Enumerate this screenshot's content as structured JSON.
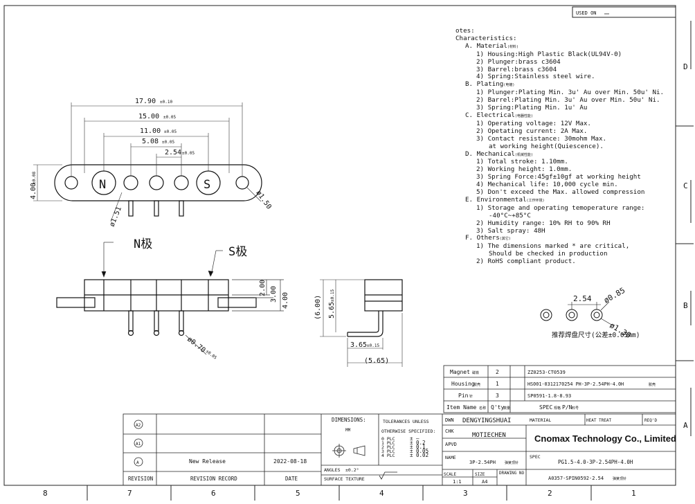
{
  "used_on": "USED ON",
  "notes": {
    "heading": "otes:",
    "subheading": "Characteristics:",
    "sections": [
      {
        "title": "A. Material",
        "tag": "(材料)",
        "items": [
          {
            "text": "1) Housing:High Plastic Black(UL94V-0)"
          },
          {
            "text": "2) Plunger:brass c3604"
          },
          {
            "text": "3) Barrel:brass c3604"
          },
          {
            "text": "4) Spring:Stainless steel wire."
          }
        ]
      },
      {
        "title": "B. Plating",
        "tag": "(电镀)",
        "items": [
          {
            "text": "1) Plunger:Plating Min. 3u' Au over Min. 50u' Ni."
          },
          {
            "text": "2) Barrel:Plating Min. 3u' Au over Min. 50u' Ni."
          },
          {
            "text": "3) Spring:Plating Min. 1u' Au"
          }
        ]
      },
      {
        "title": "C. Electrical",
        "tag": "(电器性能)",
        "items": [
          {
            "text": "1) Operating voltage: 12V Max."
          },
          {
            "text": "2) Opetating current: 2A Max."
          },
          {
            "text": "3) Contact resistance: 30mohm Max.",
            "cont": "at working height(Quiescence)."
          }
        ]
      },
      {
        "title": "D. Mechanical",
        "tag": "(机械性能)",
        "items": [
          {
            "text": "1) Total stroke: 1.10mm."
          },
          {
            "text": "2) Working height: 1.0mm."
          },
          {
            "text": "3) Spring Force:45gf±10gf at working height"
          },
          {
            "text": "4) Mechanical life: 10,000 cycle min."
          },
          {
            "text": "5) Don't exceed the Max. allowed compression"
          }
        ]
      },
      {
        "title": "E. Environmental",
        "tag": "(工作环境)",
        "items": [
          {
            "text": "1) Storage and operating temoperature range:",
            "cont": "-40°C~+85°C"
          },
          {
            "text": "2) Humidity range: 10% RH to 90% RH"
          },
          {
            "text": "3) Salt spray: 48H"
          }
        ]
      },
      {
        "title": "F. Others",
        "tag": "(其它)",
        "items": [
          {
            "text": "1) The dimensions marked * are critical,",
            "cont": "Should be checked in production"
          },
          {
            "text": "2) RoHS compliant product."
          }
        ]
      }
    ]
  },
  "top_view": {
    "dims": [
      "17.90",
      "15.00",
      "11.00",
      "5.08",
      "2.54"
    ],
    "tol_a": "±0.10",
    "tol_b": "±0.05",
    "height": "4.00",
    "height_tol": "±0.08",
    "hole_right": "ø1.50",
    "hole_left": "ø1.51",
    "magnet_n": "N",
    "magnet_s": "S"
  },
  "front_view": {
    "label_n": "N极",
    "label_s": "S极",
    "dim_200": "2.00",
    "dim_300": "3.00",
    "dim_400": "4.00",
    "pin_dia": "ø0.70",
    "pin_dia_tol": "±0.05"
  },
  "side_view": {
    "dim_600": "(6.00)",
    "dim_565": "5.65",
    "dim_565_tol": "±0.15",
    "dim_365": "3.65",
    "dim_365_tol": "±0.15",
    "dim_565b": "(5.65)"
  },
  "pad_view": {
    "pitch": "2.54",
    "pad_dia": "ø0.85",
    "hole_dia": "ø1.30",
    "note": "推荐焊盘尺寸(公差±0.05mm)"
  },
  "bom": {
    "rows": [
      {
        "label": "Magnet",
        "label_tag": "磁铁",
        "qty": "2",
        "spec": "ZZ0253-CT0539"
      },
      {
        "label": "Housing",
        "label_tag": "胶壳",
        "qty": "1",
        "spec": "HS001-0312170254 PH-3P-2.54PH-4.0H",
        "spec_tag": "胶壳"
      },
      {
        "label": "Pin",
        "label_tag": "针",
        "qty": "3",
        "spec": "SP0591-1.8-8.93"
      }
    ],
    "header": {
      "item": "Item Name",
      "item_tag": "名称",
      "qty": "Q'ty",
      "qty_tag": "数量",
      "spec": "SPEC",
      "spec_tag": "规格",
      "pn": "P/N",
      "pn_tag": "料号"
    }
  },
  "revision_block": {
    "markers": [
      "A2",
      "A1",
      "A"
    ],
    "record": "New Release",
    "date": "2022-08-18",
    "col_revision": "REVISION",
    "col_record": "REVISION RECORD",
    "col_date": "DATE"
  },
  "tolerances": {
    "dimensions": "DIMENSIONS:",
    "unit": "MM",
    "header1": "TOLERANCES UNLESS",
    "header2": "OTHERWISE SPECIFIED:",
    "places": [
      "0 PLC",
      "1 PLC",
      "2 PLC",
      "3 PLC",
      "4 PLC"
    ],
    "values": [
      "± —",
      "± 0.2",
      "± 0.1",
      "± 0.05",
      "± 0.02"
    ],
    "angles_label": "ANGLES",
    "angles_value": "±0.2°",
    "surface_label": "SURFACE TEXTURE"
  },
  "title_block": {
    "dwn_label": "DWN",
    "dwn": "DENGYINGSHUAI",
    "chk_label": "CHK",
    "chk": "MOTIECHEN",
    "apvd_label": "APVD",
    "name_label": "NAME",
    "name": "3P-2.54PH",
    "name_tag": "弹簧顶针",
    "material_label": "MATERIAL",
    "heat_label": "HEAT TREAT",
    "req_label": "REQ'D",
    "company": "Cnomax Technology Co., Limited",
    "spec_label": "SPEC",
    "spec": "PG1.5-4.0-3P-2.54PH-4.0H",
    "scale_label": "SCALE",
    "scale": "1:1",
    "size_label": "SIZE",
    "size": "A4",
    "drawing_label": "DRAWING NO",
    "drawing": "A0357-SPIN0592-2.54",
    "drawing_tag": "弹簧顶针"
  },
  "border": {
    "bottom": [
      "8",
      "7",
      "6",
      "5",
      "4",
      "3",
      "2",
      "1"
    ],
    "right": [
      "D",
      "C",
      "B",
      "A"
    ]
  }
}
